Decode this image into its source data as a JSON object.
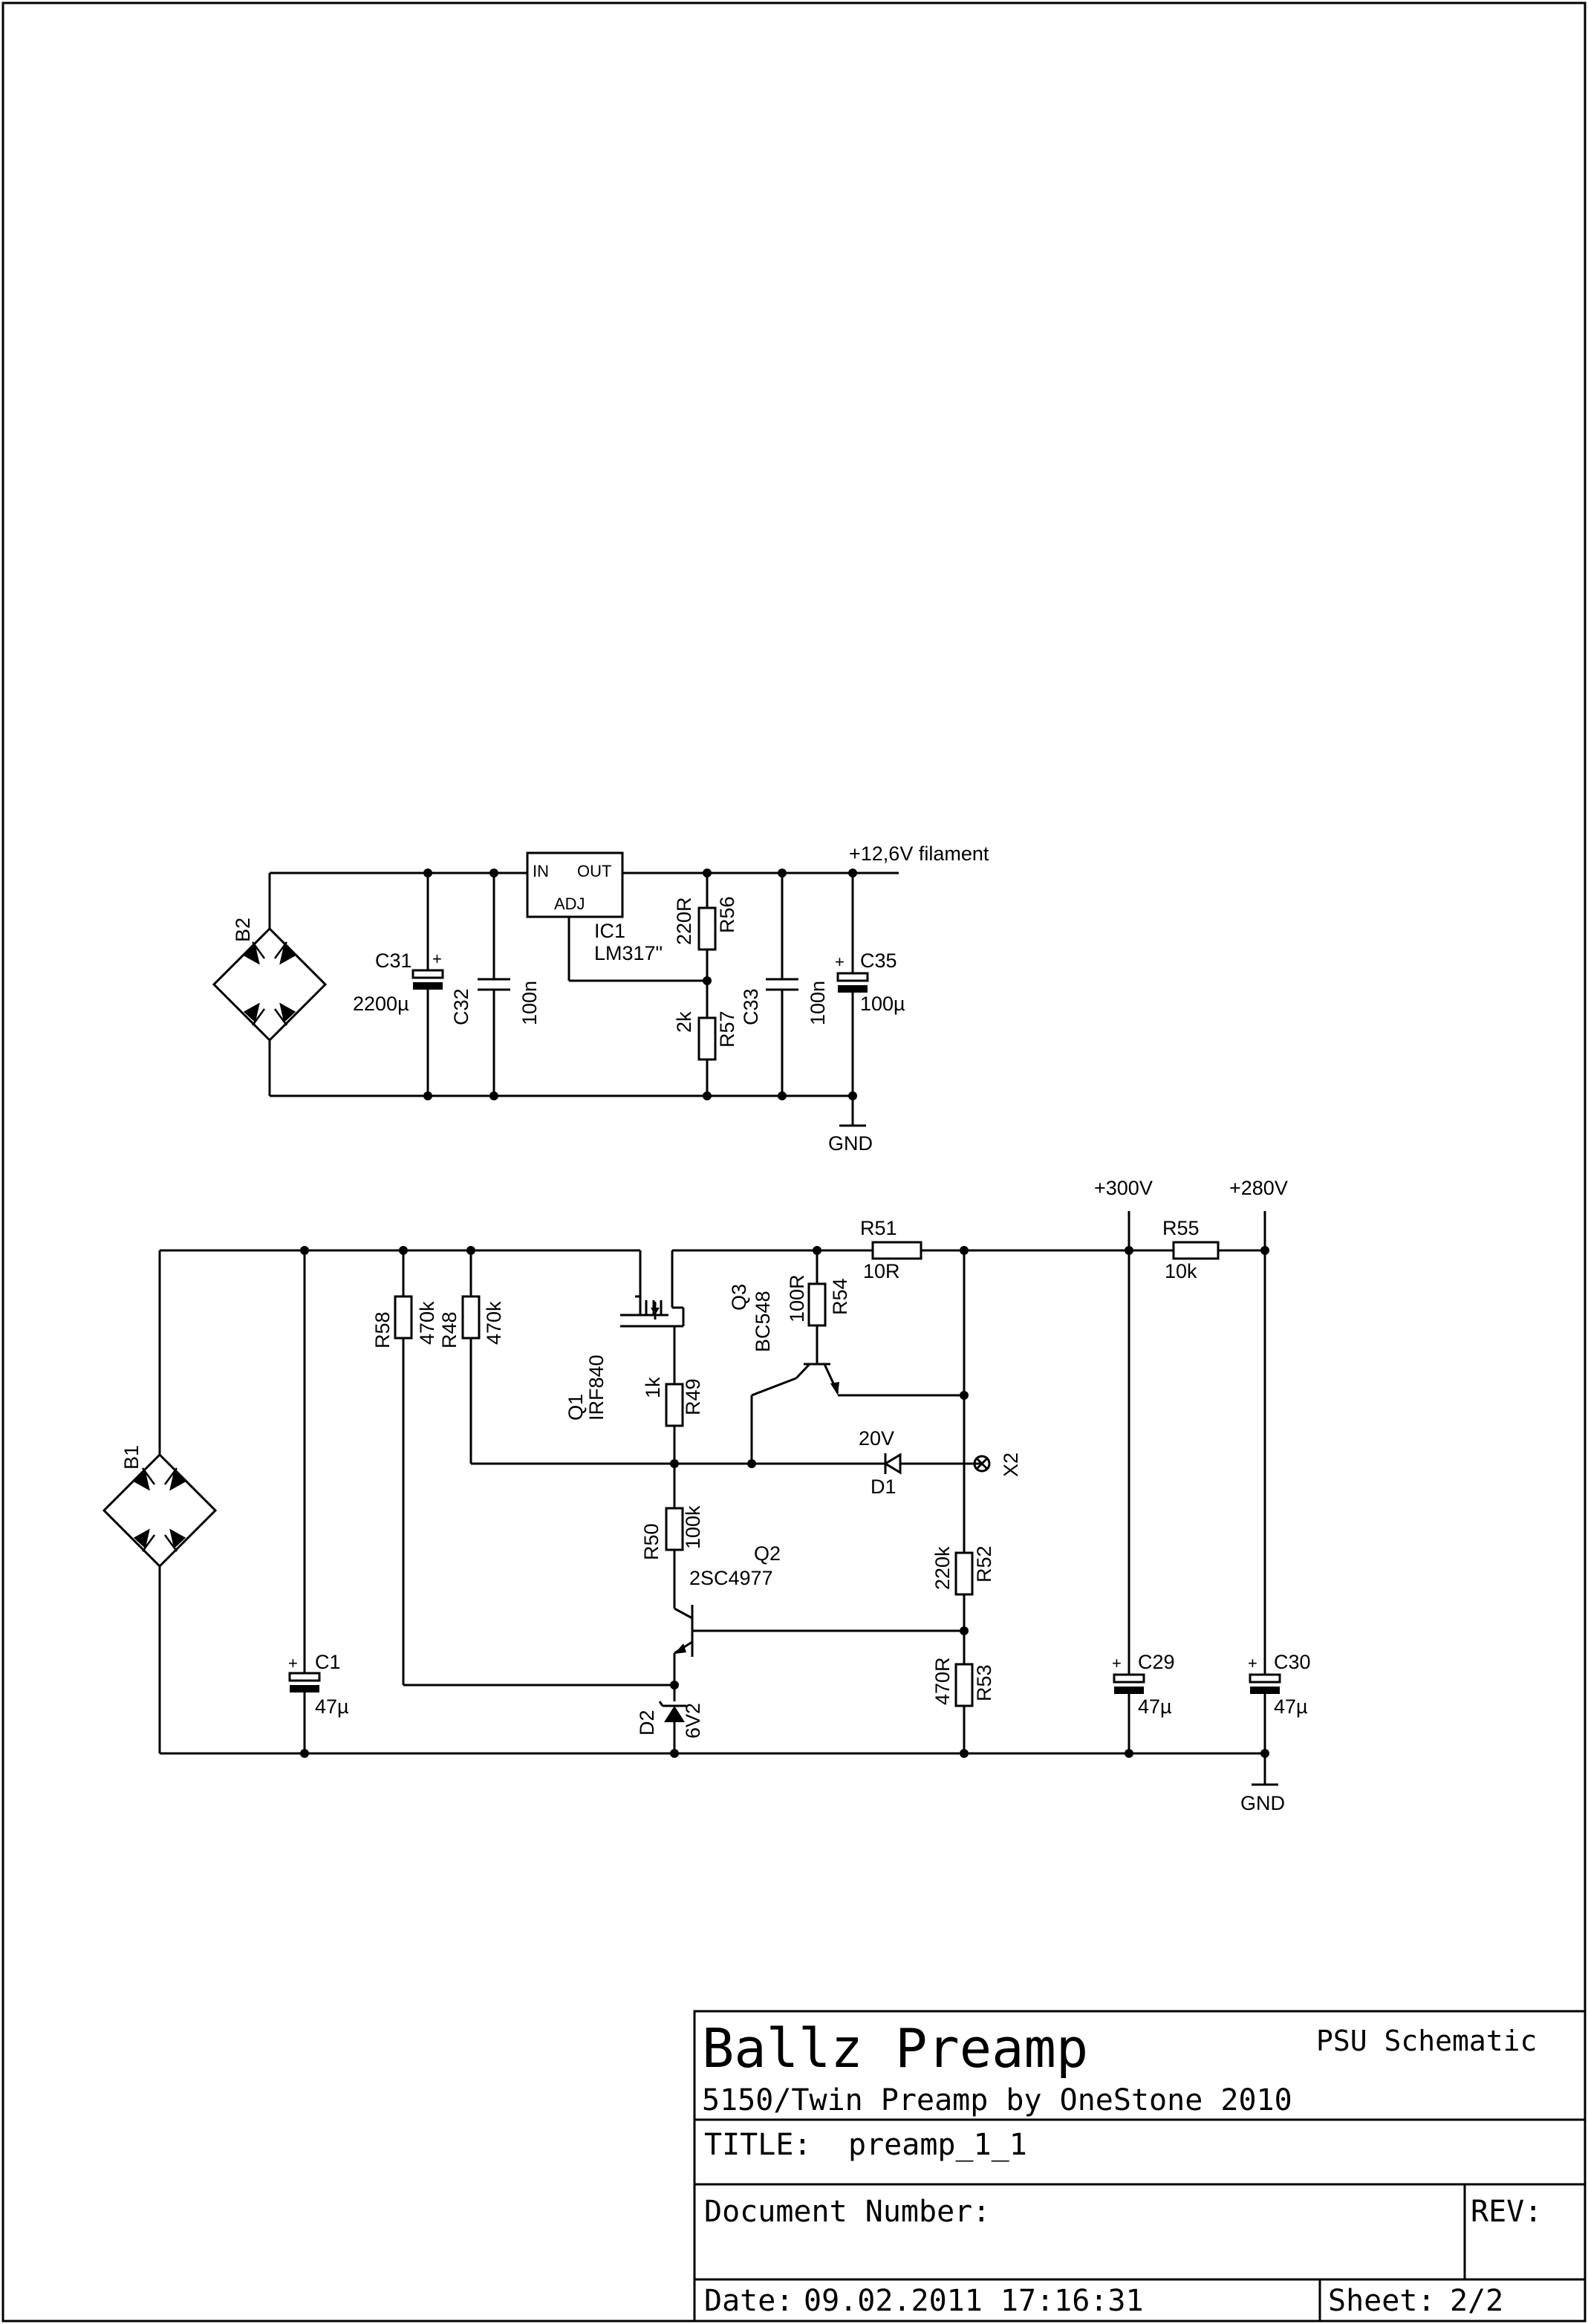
{
  "title_block": {
    "title": "Ballz Preamp",
    "subtitle": "PSU Schematic",
    "description": "5150/Twin Preamp by OneStone 2010",
    "title_label": "TITLE:",
    "title_value": "preamp_1_1",
    "document_number_label": "Document Number:",
    "rev_label": "REV:",
    "date_label": "Date:",
    "date_value": "09.02.2011 17:16:31",
    "sheet_label": "Sheet:",
    "sheet_value": "2/2"
  },
  "filament_supply": {
    "bridge": "B2",
    "c31": {
      "ref": "C31",
      "value": "2200µ"
    },
    "c32": {
      "ref": "C32",
      "value": "100n"
    },
    "ic1": {
      "ref": "IC1",
      "value": "LM317\"",
      "pin_in": "IN",
      "pin_out": "OUT",
      "pin_adj": "ADJ"
    },
    "r56": {
      "ref": "R56",
      "value": "220R"
    },
    "r57": {
      "ref": "R57",
      "value": "2k"
    },
    "c33": {
      "ref": "C33",
      "value": "100n"
    },
    "c35": {
      "ref": "C35",
      "value": "100µ"
    },
    "out_label": "+12,6V filament",
    "gnd": "GND"
  },
  "ht_supply": {
    "bridge": "B1",
    "c1": {
      "ref": "C1",
      "value": "47µ"
    },
    "r58": {
      "ref": "R58",
      "value": "470k"
    },
    "r48": {
      "ref": "R48",
      "value": "470k"
    },
    "q1": {
      "ref": "Q1",
      "value": "IRF840"
    },
    "r49": {
      "ref": "R49",
      "value": "1k"
    },
    "r50": {
      "ref": "R50",
      "value": "100k"
    },
    "q2": {
      "ref": "Q2",
      "value": "2SC4977"
    },
    "d2": {
      "ref": "D2",
      "value": "6V2"
    },
    "q3": {
      "ref": "Q3",
      "value": "BC548"
    },
    "r54": {
      "ref": "R54",
      "value": "100R"
    },
    "r51": {
      "ref": "R51",
      "value": "10R"
    },
    "d1": {
      "ref": "D1",
      "value": "20V"
    },
    "x2": "X2",
    "r52": {
      "ref": "R52",
      "value": "220k"
    },
    "r53": {
      "ref": "R53",
      "value": "470R"
    },
    "c29": {
      "ref": "C29",
      "value": "47µ"
    },
    "r55": {
      "ref": "R55",
      "value": "10k"
    },
    "c30": {
      "ref": "C30",
      "value": "47µ"
    },
    "rail_300": "+300V",
    "rail_280": "+280V",
    "gnd": "GND"
  }
}
